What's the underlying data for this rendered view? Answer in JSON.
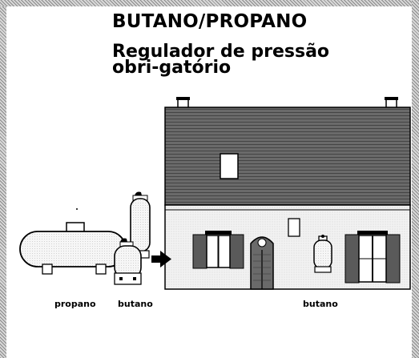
{
  "header": {
    "title": "BUTANO/PROPANO",
    "subtitle": "Regulador de pressão obri-gatório"
  },
  "labels": {
    "propano": "propano",
    "butano_left": "butano",
    "butano_house": "butano"
  },
  "colors": {
    "roof_hatch": "#444444",
    "wall": "#ededed",
    "shutter": "#5a5a5a",
    "arrow": "#000000"
  }
}
